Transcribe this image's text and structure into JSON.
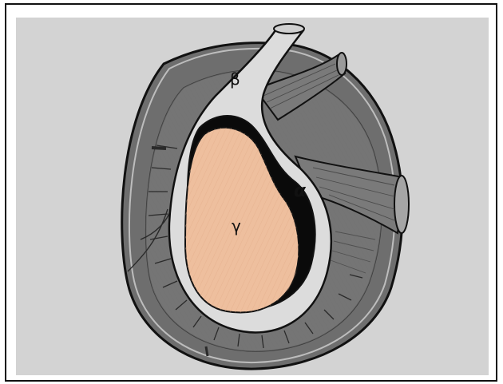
{
  "labels": {
    "beta": "β",
    "alpha": "α",
    "gamma": "γ"
  },
  "colors": {
    "background": "#d3d3d3",
    "outer_ring": "#6e6e6e",
    "inner_ring": "#7b7b7b",
    "tendon": "#dcdcdc",
    "cavity": "#0a0a0a",
    "core": "#eebf9e",
    "outline": "#111111"
  }
}
